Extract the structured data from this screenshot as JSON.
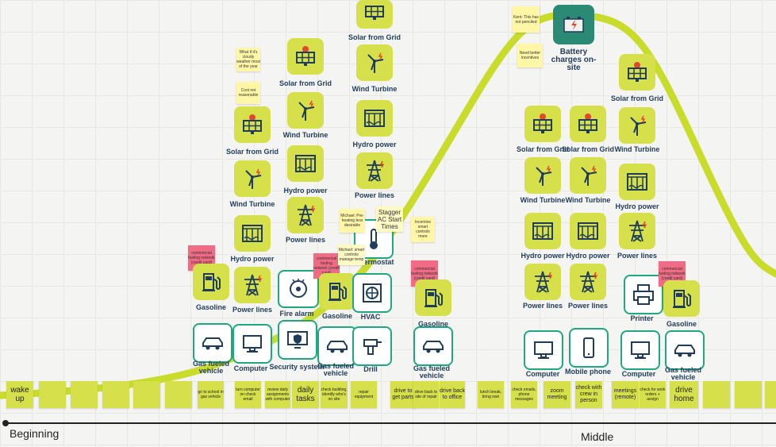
{
  "colors": {
    "tile": "#d6e04a",
    "accent": "#1fa87f",
    "curve": "#c9dc2c",
    "label": "#1f3c5a",
    "note_yellow": "#fff6a6",
    "note_pink": "#f16b84"
  },
  "axis": {
    "start": "Beginning",
    "middle": "Middle"
  },
  "steps": [
    {
      "text": "wake up",
      "size": "s10"
    },
    {
      "text": "",
      "size": "s10"
    },
    {
      "text": "",
      "size": "s10"
    },
    {
      "text": "",
      "size": "s10"
    },
    {
      "text": "",
      "size": "s10"
    },
    {
      "text": "",
      "size": "s10"
    },
    {
      "text": "go to school in gas vehicle",
      "size": "s5"
    },
    {
      "text": "turn computer on check email",
      "size": "s5"
    },
    {
      "text": "review daily assignments with computer",
      "size": "s5"
    },
    {
      "text": "daily tasks",
      "size": "s10"
    },
    {
      "text": "check building, identify who's on site",
      "size": "s5"
    },
    {
      "text": "repair equipment",
      "size": "s5"
    },
    {
      "text": "drive to get parts",
      "size": "s7"
    },
    {
      "text": "drive back to site of repair",
      "size": "s5"
    },
    {
      "text": "drive back to office",
      "size": "s7"
    },
    {
      "text": "lunch break, bring own",
      "size": "s5"
    },
    {
      "text": "check emails, phone messages",
      "size": "s5"
    },
    {
      "text": "zoom meeting",
      "size": "s7"
    },
    {
      "text": "check with crew in person",
      "size": "s7"
    },
    {
      "text": "meetings (remote)",
      "size": "s7"
    },
    {
      "text": "check for work orders + assign",
      "size": "s5"
    },
    {
      "text": "drive home",
      "size": "s10"
    },
    {
      "text": "",
      "size": "s10"
    },
    {
      "text": "",
      "size": "s10"
    },
    {
      "text": "",
      "size": "s10"
    }
  ],
  "labels": {
    "solar": "Solar from Grid",
    "wind": "Wind Turbine",
    "hydro": "Hydro power",
    "power_lines": "Power lines",
    "gasoline": "Gasoline",
    "gas_vehicle": "Gas fueled vehicle",
    "computer": "Computer",
    "fire_alarm": "Fire alarm",
    "security": "Security system",
    "hvac": "HVAC",
    "drill": "Drill",
    "thermostat": "Thermostat",
    "printer": "Printer",
    "mobile": "Mobile phone",
    "battery": "Battery charges on-site"
  },
  "notes": {
    "commercial": "commercial fueling network (credit card)",
    "cloudy": "What if it's cloudy weather most of the year",
    "cost": "Cost not reasonable",
    "precooling": "Michael: Pre-heating less desirable",
    "stagger": "Stagger AC Start Times",
    "smart": "Incentive smart controls more",
    "shifting": "Michael: smart controls manage temp",
    "kent": "Kent: This has not penciled",
    "incentives": "Need better incentives"
  }
}
